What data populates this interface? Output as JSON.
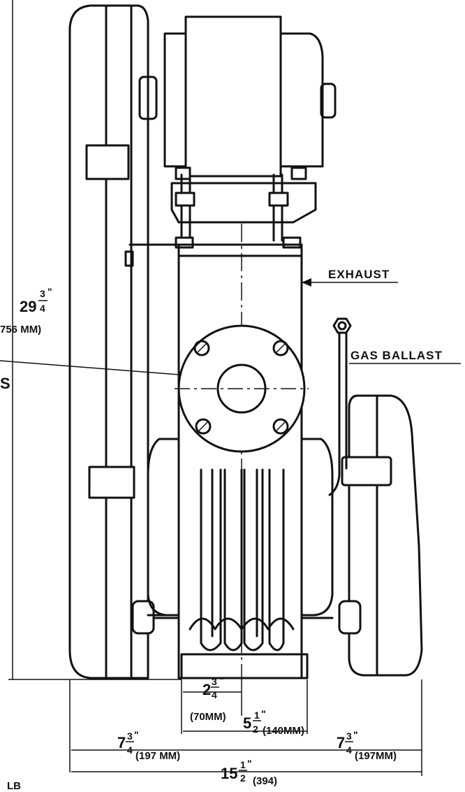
{
  "labels": {
    "exhaust": "EXHAUST",
    "gas_ballast": "GAS BALLAST",
    "left_cut": "S",
    "weight": "LB"
  },
  "dims": {
    "height_whole": "29",
    "height_num": "3",
    "height_den": "4",
    "height_in": "\"",
    "height_mm": "756 MM)",
    "flange_whole": "2",
    "flange_num": "3",
    "flange_den": "4",
    "flange_in": "\"",
    "flange_mm": "(70MM)",
    "base_whole": "5",
    "base_num": "1",
    "base_den": "2",
    "base_in": "\"",
    "base_mm": "(140MM)",
    "left_whole": "7",
    "left_num": "3",
    "left_den": "4",
    "left_in": "\"",
    "left_mm": "(197 MM)",
    "right_whole": "7",
    "right_num": "3",
    "right_den": "4",
    "right_in": "\"",
    "right_mm": "(197MM)",
    "total_whole": "15",
    "total_num": "1",
    "total_den": "2",
    "total_in": "\"",
    "total_mm": "(394)"
  }
}
